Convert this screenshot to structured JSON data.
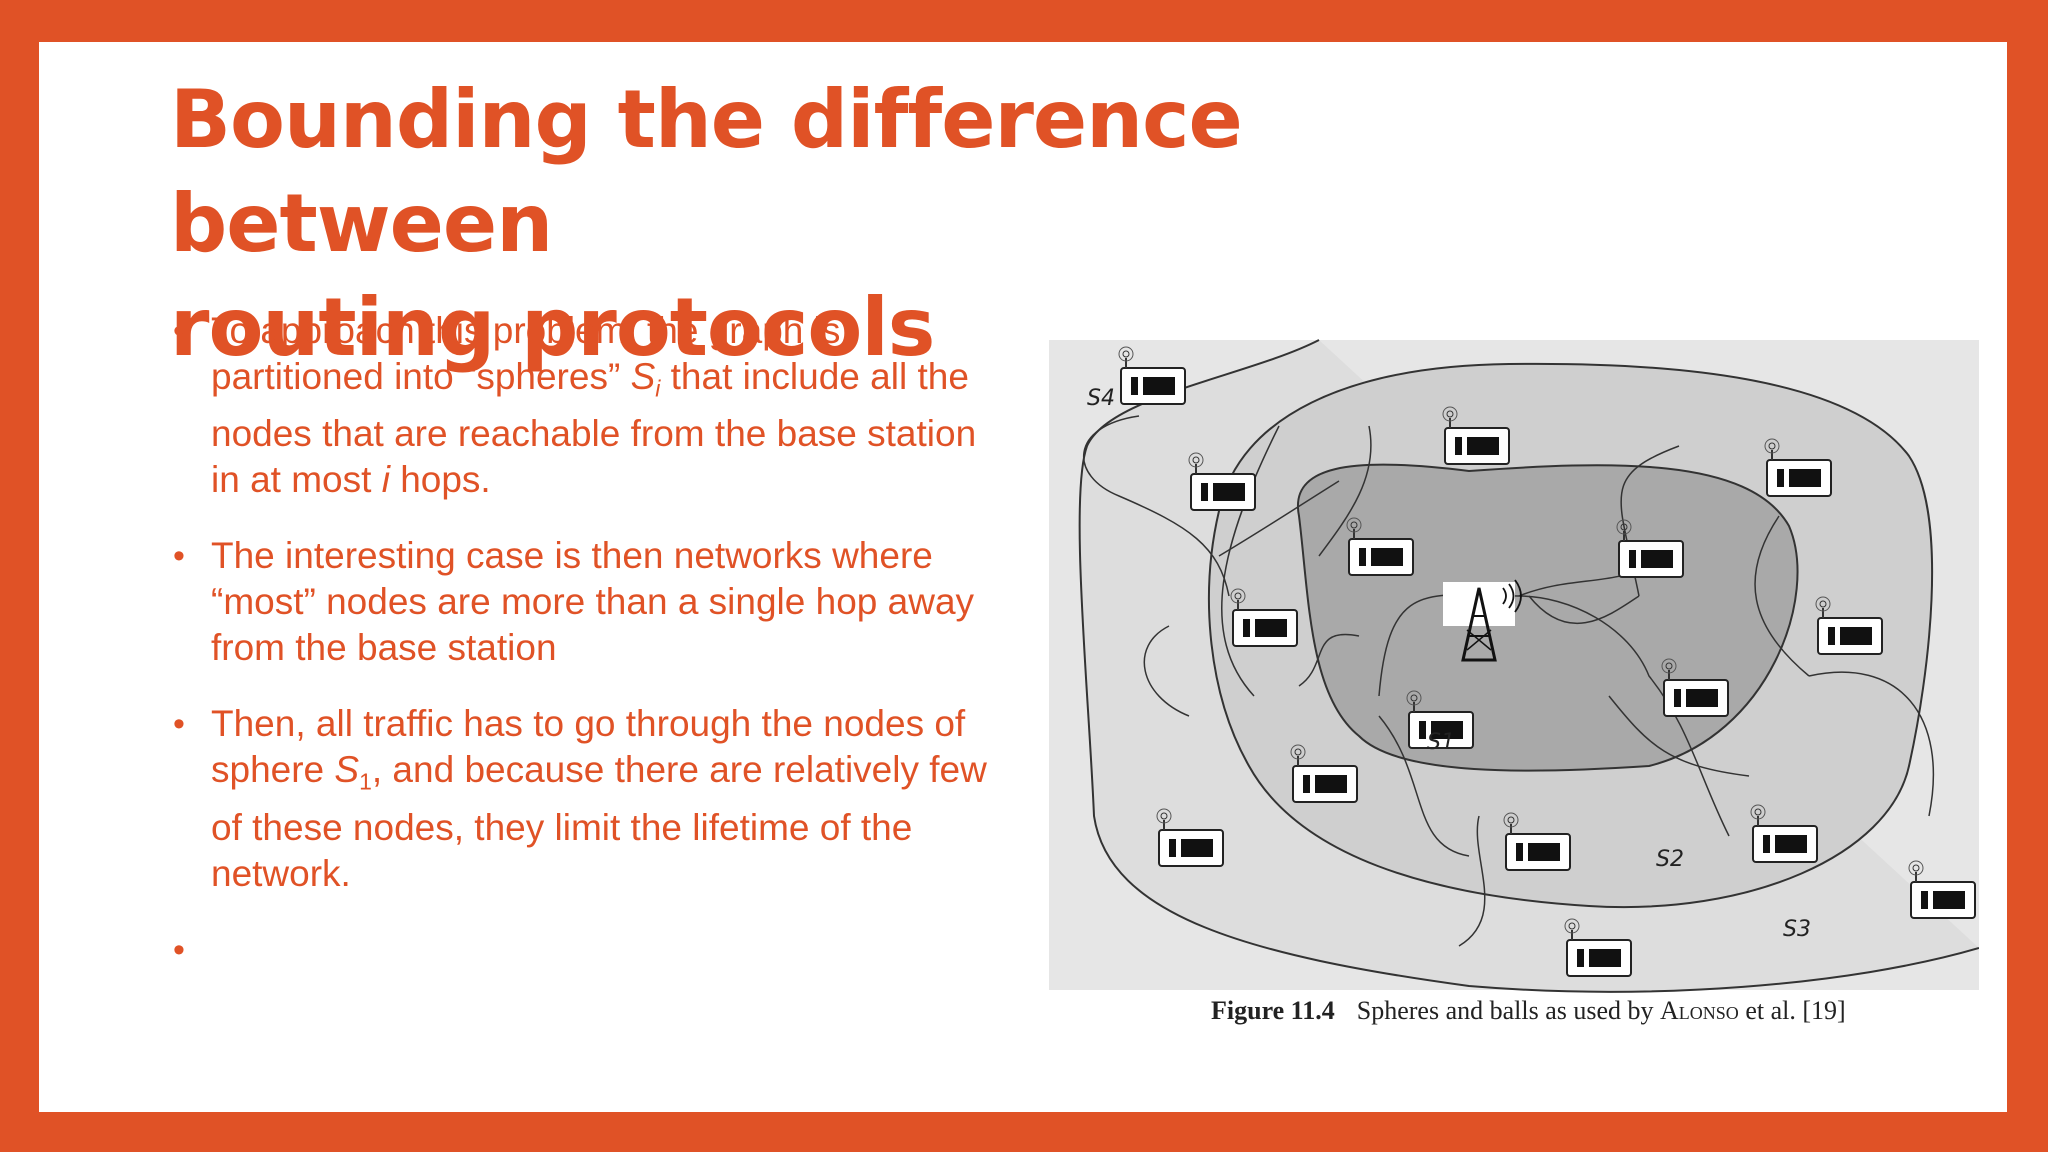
{
  "slide": {
    "title_line1": "Bounding the difference between",
    "title_line2": "routing protocols",
    "bullets": [
      {
        "p1": "To approach this problem, the graph is partitioned into “spheres” ",
        "sym": "S",
        "sub": "i",
        "p2": " that  include all the  nodes  that are reachable from the  base station in at most ",
        "sym2": "i",
        "p3": " hops."
      },
      {
        "text": "The interesting case  is then  networks where “most” nodes are more  than a single hop away from  the base station"
      },
      {
        "p1": "Then, all traffic has to go through the nodes of sphere ",
        "sym": "S",
        "sub": "1",
        "p2": ",    and because there are relatively few of these nodes, they limit the lifetime of the network."
      },
      {
        "text": ""
      }
    ]
  },
  "figure": {
    "labels": {
      "s1": "S1",
      "s2": "S2",
      "s3": "S3",
      "s4": "S4"
    },
    "caption_number": "Figure 11.4",
    "caption_text": "Spheres and balls as used by ",
    "caption_author": "Alonso",
    "caption_tail": " et al. [19]"
  },
  "colors": {
    "accent": "#E05226",
    "sphere_s1": "#A9A9A9",
    "sphere_s2": "#CFCFCF",
    "sphere_s3": "#DDDDDD",
    "figure_bg": "#E6E6E6"
  }
}
